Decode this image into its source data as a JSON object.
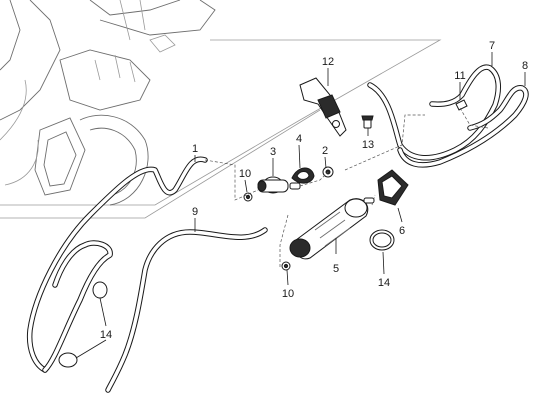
{
  "callouts": [
    {
      "id": "1",
      "text": "1"
    },
    {
      "id": "2",
      "text": "2"
    },
    {
      "id": "3",
      "text": "3"
    },
    {
      "id": "4",
      "text": "4"
    },
    {
      "id": "5",
      "text": "5"
    },
    {
      "id": "6",
      "text": "6"
    },
    {
      "id": "7",
      "text": "7"
    },
    {
      "id": "8",
      "text": "8"
    },
    {
      "id": "9",
      "text": "9"
    },
    {
      "id": "10a",
      "text": "10"
    },
    {
      "id": "10b",
      "text": "10"
    },
    {
      "id": "11",
      "text": "11"
    },
    {
      "id": "12",
      "text": "12"
    },
    {
      "id": "13",
      "text": "13"
    },
    {
      "id": "14a",
      "text": "14"
    },
    {
      "id": "14b",
      "text": "14"
    }
  ]
}
